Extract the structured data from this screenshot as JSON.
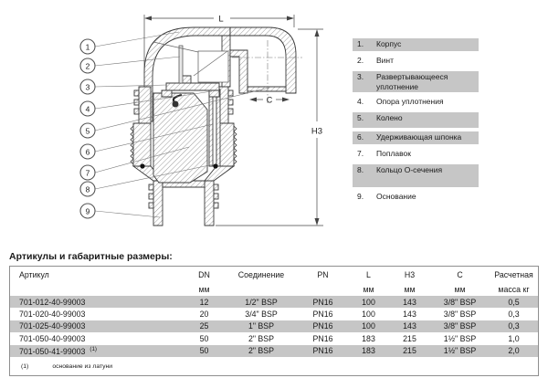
{
  "diagram": {
    "dim_length_label": "L",
    "dim_height_label": "H3",
    "dim_port_label": "C",
    "callouts": [
      "1",
      "2",
      "3",
      "4",
      "5",
      "6",
      "7",
      "8",
      "9"
    ]
  },
  "parts_list": {
    "items": [
      {
        "num": "1.",
        "label": "Корпус"
      },
      {
        "num": "2.",
        "label": "Винт"
      },
      {
        "num": "3.",
        "label": "Развертывающееся уплотнение"
      },
      {
        "num": "4.",
        "label": "Опора уплотнения"
      },
      {
        "num": "5.",
        "label": "Колено"
      },
      {
        "num": "6.",
        "label": "Удерживающая шпонка"
      },
      {
        "num": "7.",
        "label": "Поплавок"
      },
      {
        "num": "8.",
        "label": "Кольцо О-сечения"
      },
      {
        "num": "9.",
        "label": "Основание"
      }
    ]
  },
  "dimensions_table": {
    "title": "Артикулы и габаритные размеры:",
    "columns": [
      "Артикул",
      "DN",
      "Соединение",
      "PN",
      "L",
      "H3",
      "C",
      "Расчетная"
    ],
    "units_row": [
      "",
      "мм",
      "",
      "",
      "мм",
      "мм",
      "мм",
      "масса кг"
    ],
    "rows": [
      [
        "701-012-40-99003",
        "12",
        "1/2\" BSP",
        "PN16",
        "100",
        "143",
        "3/8\" BSP",
        "0,5"
      ],
      [
        "701-020-40-99003",
        "20",
        "3/4\" BSP",
        "PN16",
        "100",
        "143",
        "3/8\" BSP",
        "0,3"
      ],
      [
        "701-025-40-99003",
        "25",
        "1\" BSP",
        "PN16",
        "100",
        "143",
        "3/8\" BSP",
        "0,3"
      ],
      [
        "701-050-40-99003",
        "50",
        "2\" BSP",
        "PN16",
        "183",
        "215",
        "1½\" BSP",
        "1,0"
      ],
      [
        "701-050-41-99003",
        "50",
        "2\" BSP",
        "PN16",
        "183",
        "215",
        "1½\" BSP",
        "2,0"
      ]
    ],
    "row5_footnote_marker": "(1)",
    "footnote_marker": "(1)",
    "footnote_text": "основание из латуни"
  },
  "colors": {
    "row_shade": "#c6c6c6",
    "drawing_line": "#3a3a3a"
  }
}
